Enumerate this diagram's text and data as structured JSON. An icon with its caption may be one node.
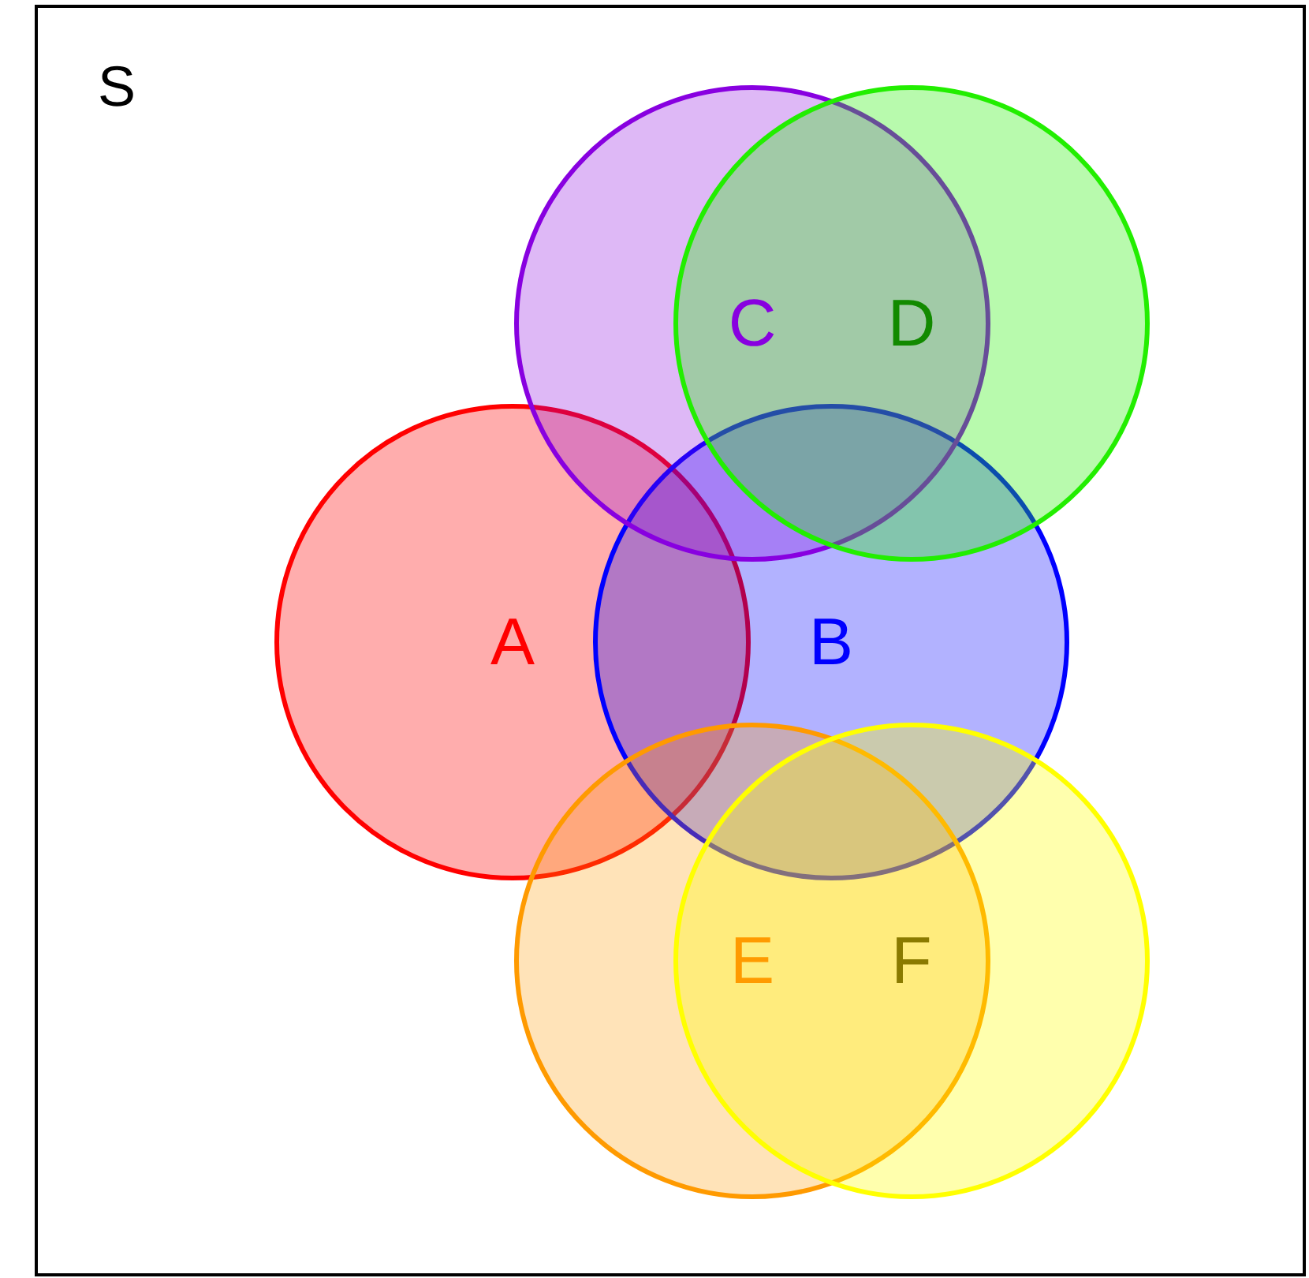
{
  "diagram": {
    "nodes": [
      {
        "text": [
          "S"
        ]
      },
      {
        "text": [
          "A"
        ],
        "in": 0
      },
      {
        "text": [
          "B"
        ],
        "in": 0
      },
      {
        "text": [
          "C"
        ],
        "in": 0
      },
      {
        "text": [
          "D"
        ],
        "in": 0
      },
      {
        "text": [
          "E"
        ],
        "in": 0
      },
      {
        "text": [
          "F"
        ],
        "in": 0
      }
    ]
  }
}
